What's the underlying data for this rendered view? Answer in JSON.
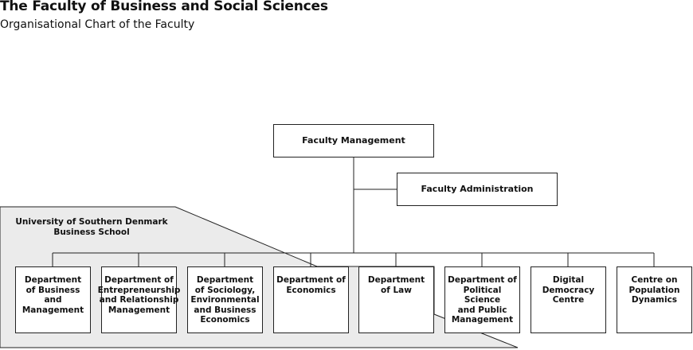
{
  "header": {
    "title": "The Faculty of Business and Social Sciences",
    "subtitle": "Organisational Chart of the Faculty"
  },
  "chart": {
    "management": "Faculty Management",
    "administration": "Faculty Administration",
    "business_school": {
      "line1": "University of Southern Denmark",
      "line2": "Business School"
    },
    "departments": [
      {
        "lines": [
          "Department",
          "of Business and",
          "Management"
        ]
      },
      {
        "lines": [
          "Department of",
          "Entrepreneurship",
          "and Relationship",
          "Management"
        ]
      },
      {
        "lines": [
          "Department",
          "of Sociology,",
          "Environmental",
          "and Business",
          "Economics"
        ]
      },
      {
        "lines": [
          "Department of",
          "Economics"
        ]
      },
      {
        "lines": [
          "Department",
          "of Law"
        ]
      },
      {
        "lines": [
          "Department of",
          "Political Science",
          "and Public",
          "Management"
        ]
      },
      {
        "lines": [
          "Digital",
          "Democracy",
          "Centre"
        ]
      },
      {
        "lines": [
          "Centre on",
          "Population",
          "Dynamics"
        ]
      }
    ]
  },
  "colors": {
    "region_fill": "#ebebeb",
    "line": "#222222",
    "box_fill": "#ffffff"
  }
}
